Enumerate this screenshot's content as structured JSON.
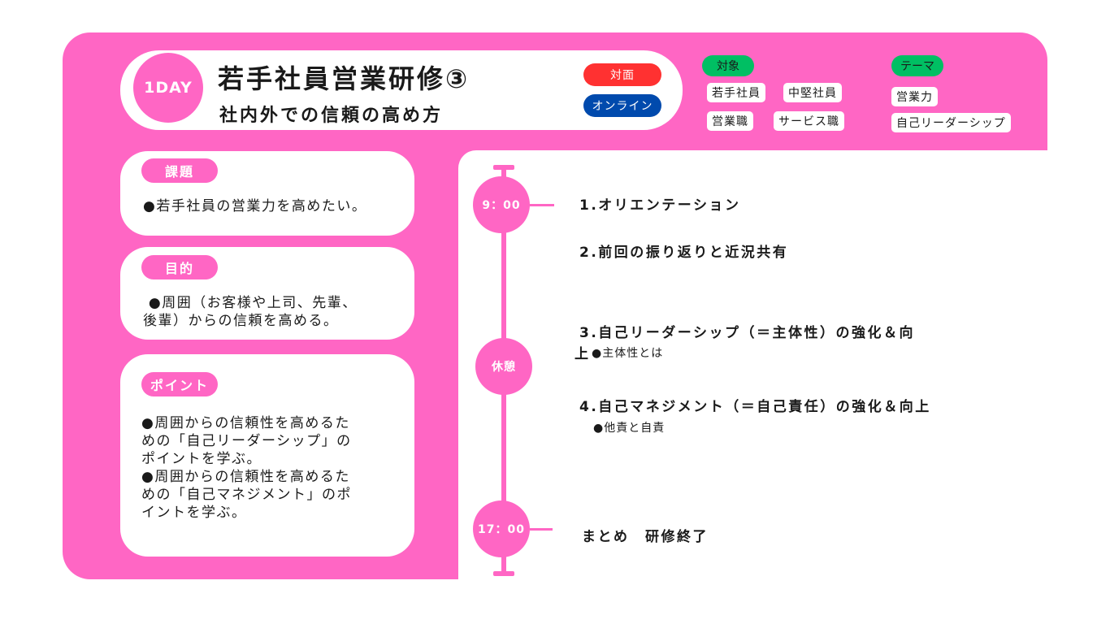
{
  "header": {
    "day_label": "1DAY",
    "title": "若手社員営業研修③",
    "subtitle": "社内外での信頼の高め方",
    "modes": [
      "対面",
      "オンライン"
    ],
    "target_label": "対象",
    "target_tags": [
      "若手社員",
      "中堅社員",
      "営業職",
      "サービス職"
    ],
    "theme_label": "テーマ",
    "theme_tags": [
      "営業力",
      "自己リーダーシップ"
    ]
  },
  "cards": {
    "issue_label": "課題",
    "issue_text": "●若手社員の営業力を高めたい。",
    "purpose_label": "目的",
    "purpose_text": " ●周囲（お客様や上司、先輩、\n後輩）からの信頼を高める。",
    "point_label": "ポイント",
    "point_text": "●周囲からの信頼性を高めるた\nめの「自己リーダーシップ」の\nポイントを学ぶ。\n●周囲からの信頼性を高めるた\nめの「自己マネジメント」のポ\nイントを学ぶ。"
  },
  "timeline": {
    "start_time": "9：00",
    "break_label": "休憩",
    "end_time": "17：00",
    "items": [
      {
        "title": "1.オリエンテーション"
      },
      {
        "title": "2.前回の振り返りと近況共有"
      },
      {
        "title": "3.自己リーダーシップ（＝主体性）の強化＆向",
        "title_tail": "上",
        "sub": "●主体性とは"
      },
      {
        "title": "4.自己マネジメント（＝自己責任）の強化＆向上",
        "sub": "●他責と自責"
      },
      {
        "title": "まとめ　研修終了"
      }
    ]
  },
  "colors": {
    "pink": "#ff66c4",
    "red": "#ff3131",
    "blue": "#004aad",
    "green": "#00bf63"
  }
}
